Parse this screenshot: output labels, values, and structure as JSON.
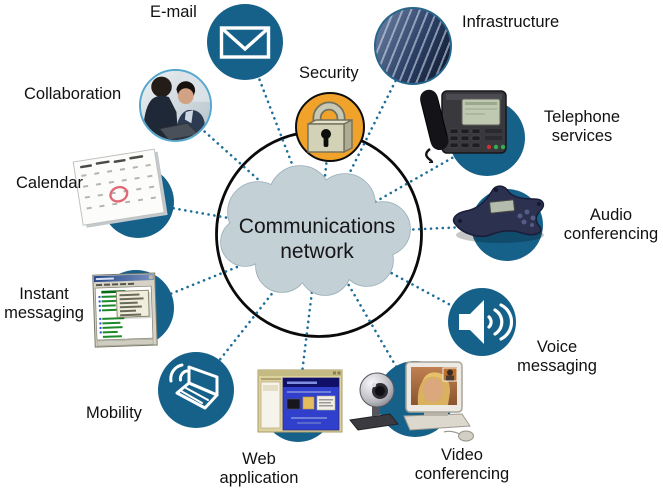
{
  "cloud": {
    "line1": "Communications",
    "line2": "network"
  },
  "nodes": {
    "email": {
      "label": "E-mail",
      "icon": "envelope-icon"
    },
    "security": {
      "label": "Security",
      "icon": "padlock-icon"
    },
    "infrastructure": {
      "label": "Infrastructure",
      "icon": "server-racks-photo"
    },
    "telephone_services": {
      "line1": "Telephone",
      "line2": "services",
      "icon": "desk-phone-photo"
    },
    "audio_conferencing": {
      "line1": "Audio",
      "line2": "conferencing",
      "icon": "conference-speakerphone-photo"
    },
    "voice_messaging": {
      "line1": "Voice",
      "line2": "messaging",
      "icon": "loudspeaker-icon"
    },
    "video_conferencing": {
      "line1": "Video",
      "line2": "conferencing",
      "icon": "webcam-monitor-photo"
    },
    "web_application": {
      "line1": "Web",
      "line2": "application",
      "icon": "browser-window-screenshot"
    },
    "mobility": {
      "label": "Mobility",
      "icon": "wireless-laptop-icon"
    },
    "instant_messaging": {
      "line1": "Instant",
      "line2": "messaging",
      "icon": "buddy-list-screenshot"
    },
    "calendar": {
      "label": "Calendar",
      "icon": "calendar-sheet-photo"
    },
    "collaboration": {
      "label": "Collaboration",
      "icon": "people-meeting-photo"
    }
  },
  "colors": {
    "node_blue": "#16618a",
    "dotted_line": "#1f6f99",
    "security_amber": "#f0a22a",
    "cloud_fill": "#c3d0d6",
    "cloud_stroke": "#9aafb9",
    "boundary_stroke": "#0a0a0a",
    "label_color": "#111111"
  }
}
